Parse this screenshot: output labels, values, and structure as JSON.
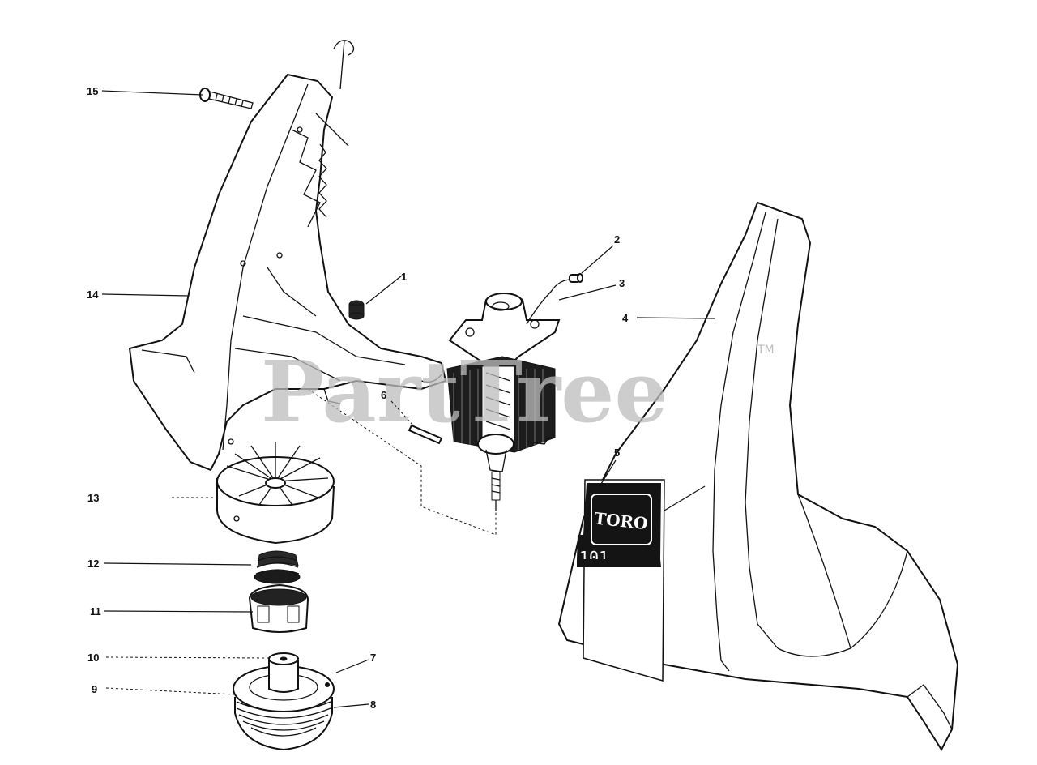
{
  "watermark": {
    "text": "PartTree",
    "trademark": "TM"
  },
  "decal": {
    "brand": "TORO",
    "model": "101"
  },
  "callouts": [
    "1",
    "2",
    "3",
    "4",
    "5",
    "6",
    "7",
    "8",
    "9",
    "10",
    "11",
    "12",
    "13",
    "14",
    "15"
  ]
}
